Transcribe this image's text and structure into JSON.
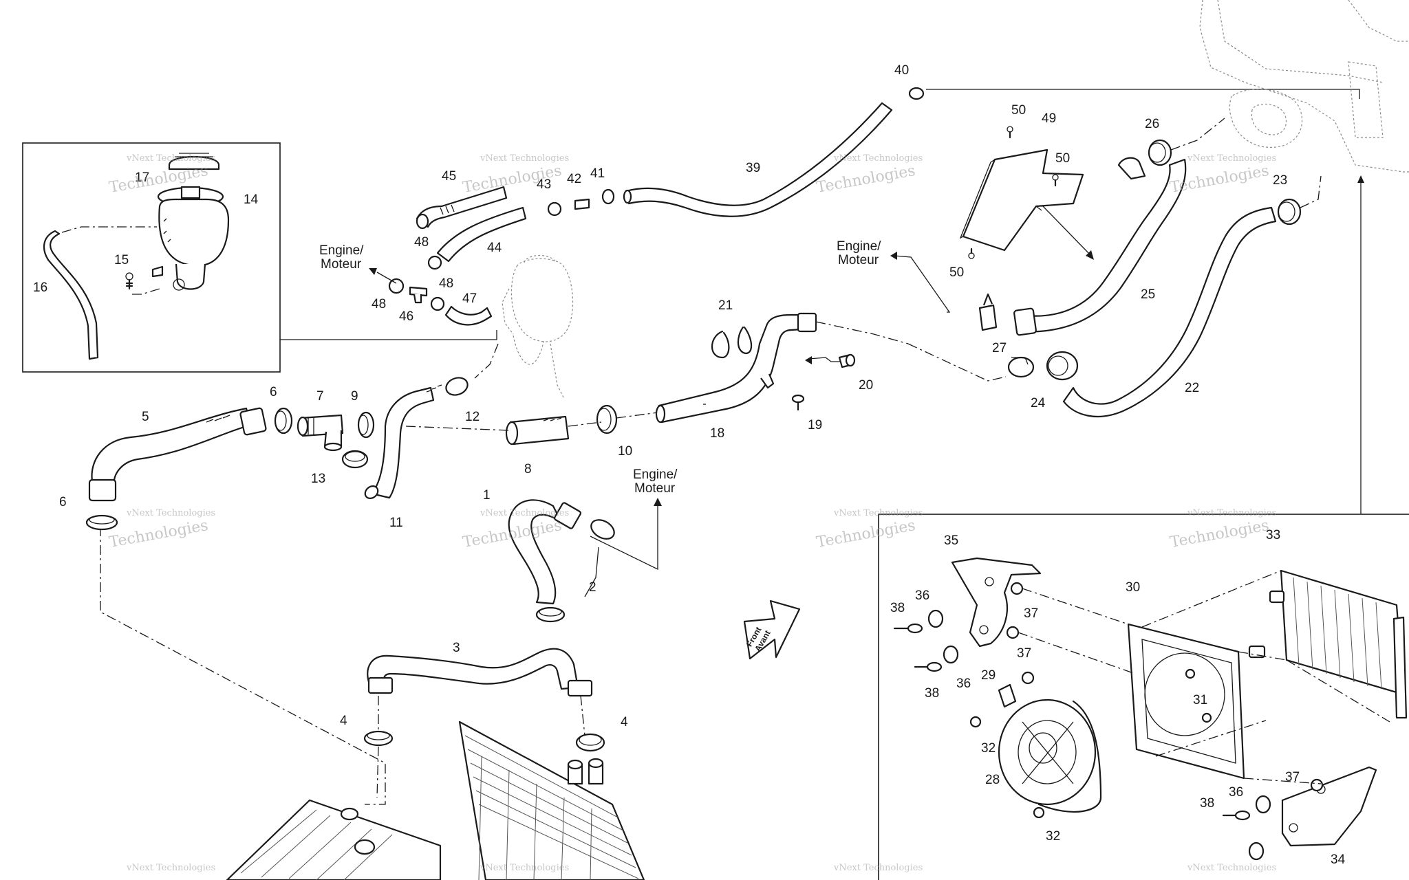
{
  "callouts": [
    "1",
    "2",
    "3",
    "4",
    "5",
    "6",
    "7",
    "8",
    "9",
    "10",
    "11",
    "12",
    "13",
    "14",
    "15",
    "16",
    "17",
    "18",
    "19",
    "20",
    "21",
    "22",
    "23",
    "24",
    "25",
    "26",
    "27",
    "28",
    "29",
    "30",
    "31",
    "32",
    "33",
    "34",
    "35",
    "36",
    "37",
    "38",
    "39",
    "40",
    "41",
    "42",
    "43",
    "44",
    "45",
    "46",
    "47",
    "48",
    "49",
    "50"
  ],
  "direction_labels": {
    "engine_line1": "Engine/",
    "engine_line2": "Moteur",
    "front_line1": "Front",
    "front_line2": "Avant"
  },
  "watermark": {
    "line1": "vNext Technologies",
    "line2": "Technologies",
    "line3": "vNext"
  },
  "colors": {
    "ink": "#1a1a1a",
    "watermark": "#9a9a9a",
    "background": "#ffffff"
  }
}
